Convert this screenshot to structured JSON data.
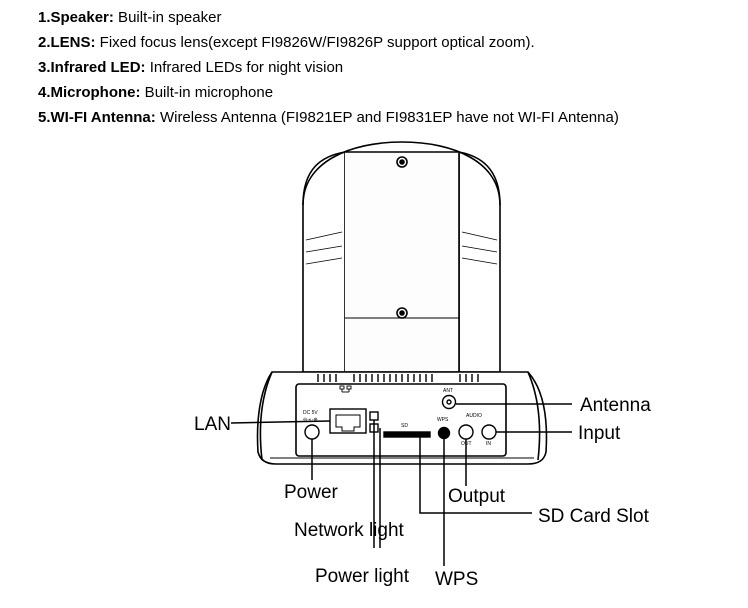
{
  "features": [
    {
      "lead": "1.Speaker:",
      "text": " Built-in speaker"
    },
    {
      "lead": "2.LENS:",
      "text": " Fixed focus lens(except FI9826W/FI9826P support optical zoom)."
    },
    {
      "lead": "3.Infrared LED:",
      "text": " Infrared LEDs for night vision"
    },
    {
      "lead": "4.Microphone:",
      "text": " Built-in microphone"
    },
    {
      "lead": "5.WI-FI Antenna:",
      "text": " Wireless Antenna (FI9821EP and FI9831EP have not WI-FI Antenna)"
    }
  ],
  "callouts": {
    "lan": "LAN",
    "antenna": "Antenna",
    "input": "Input",
    "power": "Power",
    "output": "Output",
    "sd_card_slot": "SD Card Slot",
    "network_light": "Network light",
    "power_light": "Power light",
    "wps": "WPS"
  },
  "panel_labels": {
    "dc": "DC 5V",
    "ant": "ANT",
    "sd": "SD",
    "wps": "WPS",
    "audio": "AUDIO",
    "out": "OUT",
    "in": "IN"
  }
}
